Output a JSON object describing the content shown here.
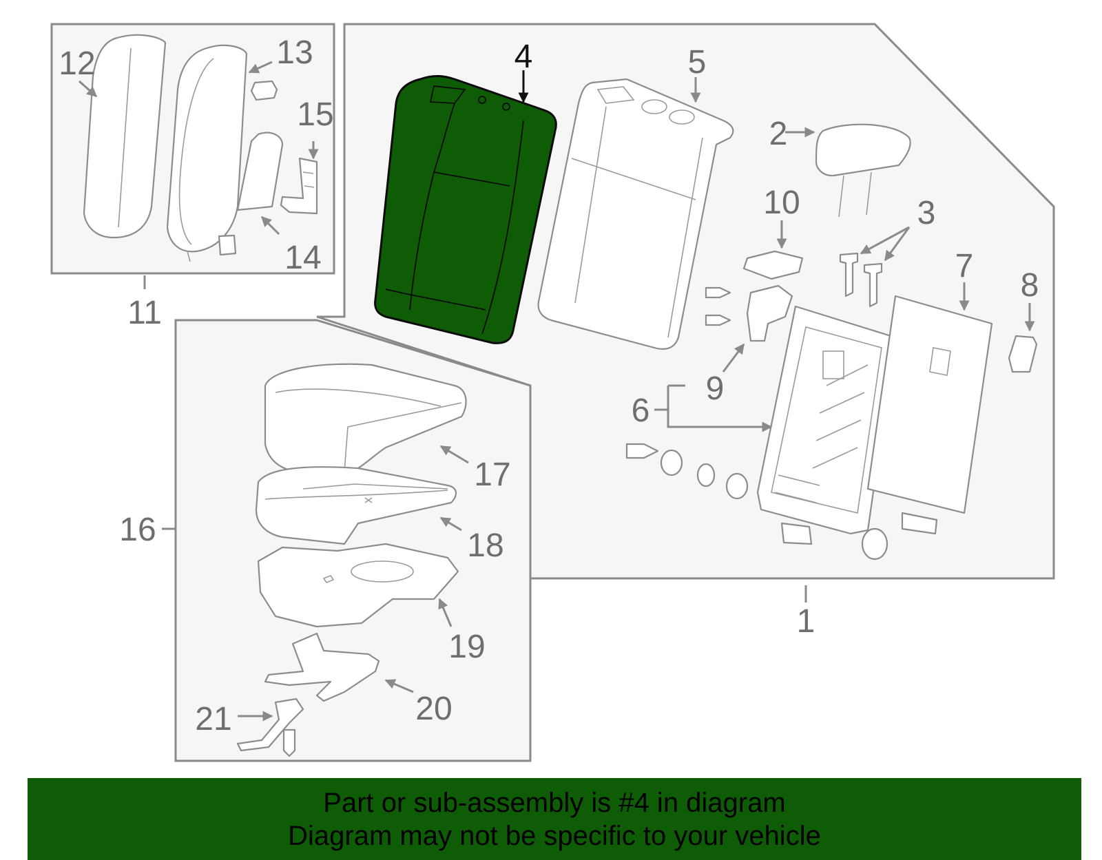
{
  "highlight_color": "#0f5c06",
  "highlighted_part": "4",
  "callouts": {
    "c1": "1",
    "c2": "2",
    "c3": "3",
    "c4": "4",
    "c5": "5",
    "c6": "6",
    "c7": "7",
    "c8": "8",
    "c9": "9",
    "c10": "10",
    "c11": "11",
    "c12": "12",
    "c13": "13",
    "c14": "14",
    "c15": "15",
    "c16": "16",
    "c17": "17",
    "c18": "18",
    "c19": "19",
    "c20": "20",
    "c21": "21"
  },
  "banner": {
    "line1": "Part or sub-assembly is #4 in diagram",
    "line2": "Diagram may not be specific to your vehicle"
  }
}
